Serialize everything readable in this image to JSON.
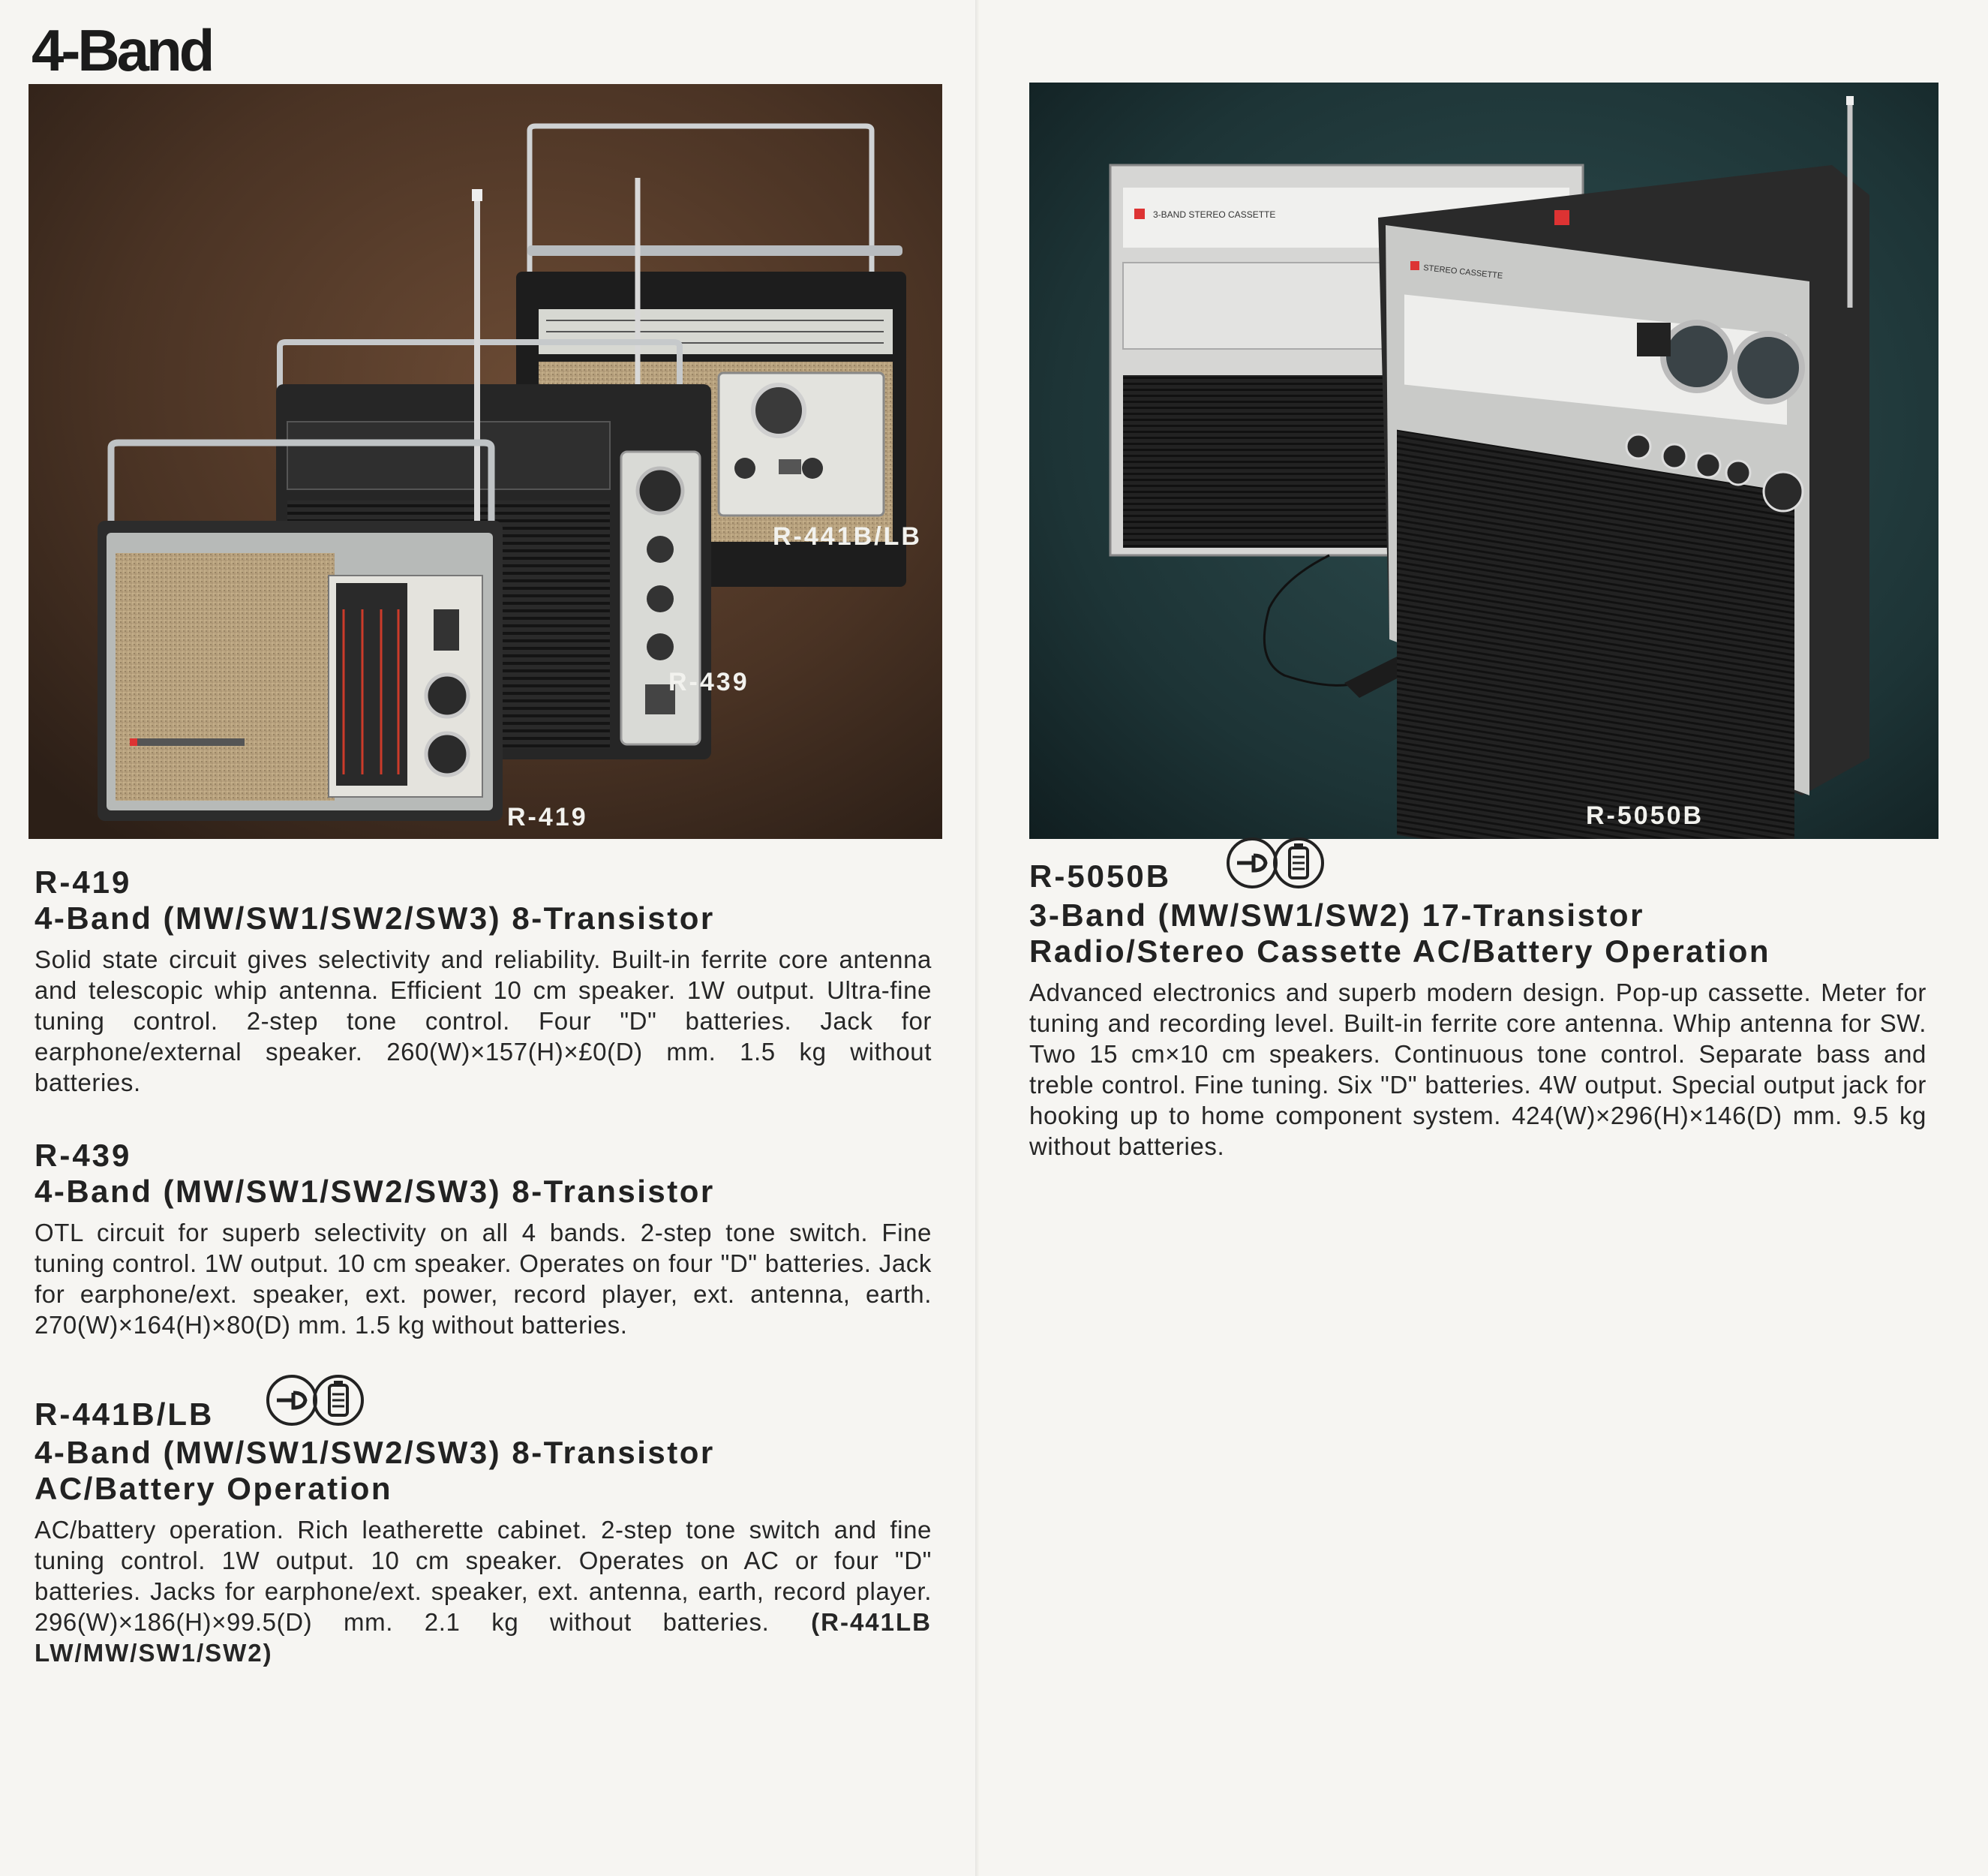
{
  "page_title": "4-Band",
  "left_photo": {
    "labels": {
      "r441": "R-441B/LB",
      "r439": "R-439",
      "r419": "R-419"
    }
  },
  "right_photo": {
    "labels": {
      "r5050": "R-5050B"
    },
    "device_text": {
      "top_unit": "3-BAND STEREO CASSETTE",
      "front_unit": "STEREO CASSETTE"
    }
  },
  "entries": [
    {
      "model": "R-419",
      "headline": "4-Band (MW/SW1/SW2/SW3) 8-Transistor",
      "body": "Solid state circuit gives selectivity and reliability. Built-in ferrite core antenna and telescopic whip antenna. Efficient 10 cm speaker. 1W output. Ultra-fine tuning control. 2-step tone control. Four \"D\" batteries. Jack for earphone/external speaker. 260(W)×157(H)×£0(D) mm. 1.5 kg without batteries."
    },
    {
      "model": "R-439",
      "headline": "4-Band (MW/SW1/SW2/SW3) 8-Transistor",
      "body": "OTL circuit for superb selectivity on all 4 bands. 2-step tone switch. Fine tuning control. 1W output. 10 cm speaker. Operates on four \"D\" batteries. Jack for earphone/ext. speaker, ext. power, record player, ext. antenna, earth. 270(W)×164(H)×80(D) mm. 1.5 kg without batteries."
    },
    {
      "model": "R-441B/LB",
      "headline": "4-Band (MW/SW1/SW2/SW3) 8-Transistor",
      "headline2": "AC/Battery Operation",
      "body": "AC/battery operation. Rich leatherette cabinet. 2-step tone switch and fine tuning control. 1W output. 10 cm speaker. Operates on AC or four \"D\" batteries. Jacks for earphone/ext. speaker, ext. antenna, earth, record player. 296(W)×186(H)×99.5(D) mm. 2.1 kg without batteries.",
      "note": "(R-441LB  LW/MW/SW1/SW2)",
      "icon": "ac-battery-icon"
    },
    {
      "model": "R-5050B",
      "headline": "3-Band (MW/SW1/SW2) 17-Transistor",
      "headline2": "Radio/Stereo Cassette AC/Battery Operation",
      "body": "Advanced electronics and superb modern design. Pop-up cassette. Meter for tuning and recording level. Built-in ferrite core antenna. Whip antenna for SW. Two 15 cm×10 cm speakers. Continuous tone control. Separate bass and treble control. Fine tuning. Six \"D\" batteries. 4W output. Special output jack for hooking up to home component system. 424(W)×296(H)×146(D) mm. 9.5 kg without batteries.",
      "icon": "ac-battery-icon"
    }
  ]
}
